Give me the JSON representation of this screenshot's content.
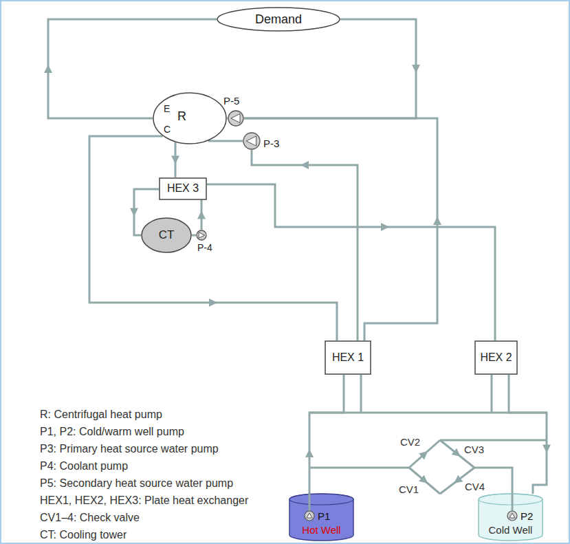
{
  "diagram": {
    "nodes": [
      {
        "text": [
          "Demand"
        ]
      },
      {
        "text": [
          "E",
          "R",
          "C"
        ]
      },
      {
        "text": [
          "P-5"
        ]
      },
      {
        "text": [
          "P-3"
        ]
      },
      {
        "text": [
          "HEX 3"
        ]
      },
      {
        "text": [
          "CT"
        ]
      },
      {
        "text": [
          "P-4"
        ]
      },
      {
        "text": [
          "HEX 1"
        ]
      },
      {
        "text": [
          "HEX 2"
        ]
      },
      {
        "text": [
          "P1",
          "Hot Well"
        ]
      },
      {
        "text": [
          "P2",
          "Cold Well"
        ]
      }
    ],
    "edges": [
      {
        "from": 0,
        "to": 2,
        "arrow": "none"
      },
      {
        "from": 2,
        "to": 1,
        "arrow": "none"
      },
      {
        "from": 1,
        "to": 0,
        "arrow": "none"
      },
      {
        "from": 3,
        "to": 1,
        "arrow": "none"
      },
      {
        "from": 7,
        "to": 3,
        "arrow": "none"
      },
      {
        "from": 1,
        "to": 7,
        "arrow": "none"
      },
      {
        "from": 1,
        "to": 4,
        "arrow": "none"
      },
      {
        "from": 4,
        "to": 8,
        "arrow": "none"
      },
      {
        "from": 5,
        "to": 6,
        "arrow": "none"
      },
      {
        "from": 6,
        "to": 4,
        "arrow": "none"
      },
      {
        "from": 4,
        "to": 5,
        "arrow": "none"
      },
      {
        "from": 7,
        "to": 2,
        "arrow": "none"
      },
      {
        "from": 9,
        "to": 7,
        "arrow": "none"
      },
      {
        "from": 8,
        "to": 10,
        "arrow": "none"
      }
    ],
    "labels": [
      "R: Centrifugal heat pump",
      "P1, P2: Cold/warm well pump",
      "P3: Primary heat source water pump",
      "P4: Coolant pump",
      "P5: Secondary heat source water pump",
      "HEX1, HEX2, HEX3: Plate heat exchanger",
      "CV1–4: Check valve",
      "CT: Cooling tower",
      "CV2",
      "CV3",
      "CV1",
      "CV4"
    ]
  }
}
